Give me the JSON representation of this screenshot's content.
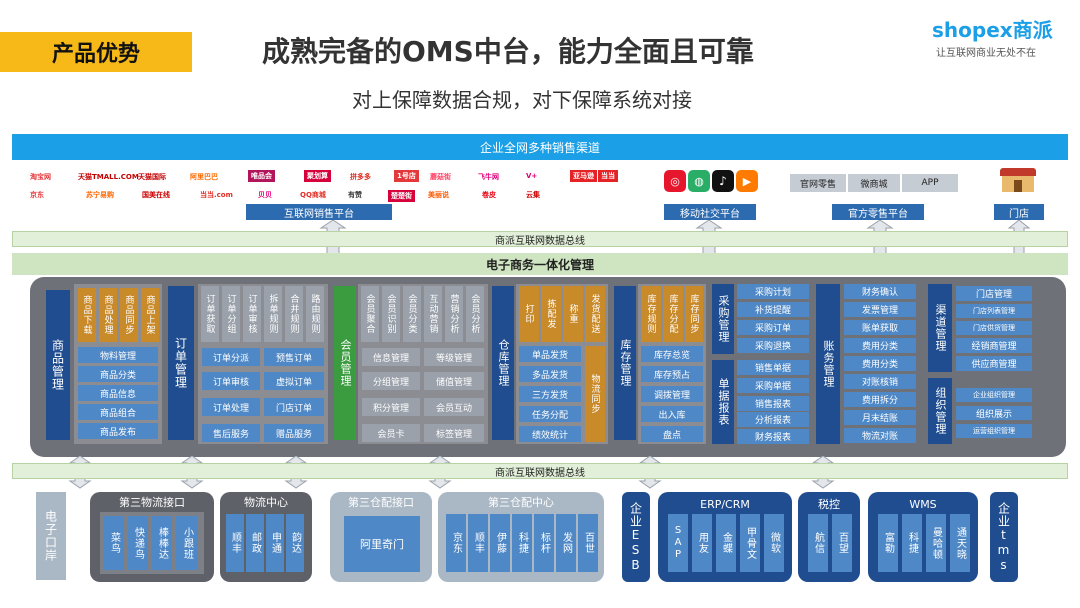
{
  "header": {
    "tag": "产品优势",
    "title": "成熟完备的OMS中台，能力全面且可靠",
    "subtitle": "对上保障数据合规，对下保障系统对接",
    "brand": "shopex商派",
    "slogan": "让互联网商业无处不在"
  },
  "top": {
    "channel_bar": "企业全网多种销售渠道",
    "groups": [
      "互联网销售平台",
      "移动社交平台",
      "官方零售平台",
      "门店"
    ],
    "official_items": [
      "官网零售",
      "微商城",
      "APP"
    ],
    "logos": [
      "淘宝网",
      "天猫TMALL.COM",
      "天猫国际",
      "阿里巴巴",
      "唯品会",
      "聚划算",
      "拼多多",
      "1号店",
      "蘑菇街",
      "美丽说",
      "飞牛网",
      "V+",
      "亚马逊",
      "当当",
      "京东",
      "苏宁易购",
      "国美在线",
      "当当.com",
      "贝贝",
      "卷皮",
      "QQ商城",
      "有赞",
      "楚楚街",
      "云集"
    ]
  },
  "bus_top": "商派互联网数据总线",
  "platform": "电子商务一体化管理",
  "modules": {
    "goods": {
      "title": "商品管理",
      "cols": [
        "商品下载",
        "商品处理",
        "商品同步",
        "商品上架"
      ],
      "rows": [
        "物料管理",
        "商品分类",
        "商品信息",
        "商品组合",
        "商品发布"
      ]
    },
    "order": {
      "title": "订单管理",
      "cols": [
        "订单获取",
        "订单分组",
        "订单审核",
        "拆单规则",
        "合并规则",
        "路由规则"
      ],
      "rows": [
        [
          "订单分派",
          "预售订单"
        ],
        [
          "订单审核",
          "虚拟订单"
        ],
        [
          "订单处理",
          "门店订单"
        ],
        [
          "售后服务",
          "赠品服务"
        ]
      ]
    },
    "member": {
      "title": "会员管理",
      "cols": [
        "会员聚合",
        "会员识别",
        "会员分类",
        "互动营销",
        "营销分析",
        "会员分析"
      ],
      "rows": [
        [
          "信息管理",
          "等级管理"
        ],
        [
          "分组管理",
          "储值管理"
        ],
        [
          "积分管理",
          "会员互动"
        ],
        [
          "会员卡",
          "标签管理"
        ]
      ]
    },
    "warehouse": {
      "title": "仓库管理",
      "cols": [
        "打印",
        "拣配发",
        "称重",
        "发货配送"
      ],
      "rows": [
        "单品发货",
        "多品发货",
        "三方发货",
        "任务分配",
        "绩效统计"
      ],
      "side": "物流同步"
    },
    "stock": {
      "title": "库存管理",
      "cols": [
        "库存规则",
        "库存分配",
        "库存同步"
      ],
      "rows": [
        "库存总览",
        "库存预占",
        "调拨管理",
        "出入库",
        "盘点"
      ]
    },
    "purchase": {
      "title": "采购管理",
      "rows": [
        "采购计划",
        "补货提醒",
        "采购订单",
        "采购退换"
      ]
    },
    "report": {
      "title": "单据报表",
      "rows": [
        "销售单据",
        "采购单据",
        "销售报表",
        "分析报表",
        "财务报表"
      ]
    },
    "account": {
      "title": "账务管理",
      "rows": [
        "财务确认",
        "发票管理",
        "账单获取",
        "费用分类",
        "费用分类",
        "对账核销",
        "费用拆分",
        "月末结账",
        "物流对账"
      ]
    },
    "channel": {
      "title": "渠道管理",
      "rows": [
        "门店管理",
        "门店列表管理",
        "门店供货管理",
        "经销商管理",
        "供应商管理"
      ]
    },
    "org": {
      "title": "组织管理",
      "rows": [
        "企业组织管理",
        "组织展示",
        "运营组织管理"
      ]
    }
  },
  "bus_bottom": "商派互联网数据总线",
  "bottom": {
    "eport": "电子口岸",
    "logistics": {
      "title": "第三物流接口",
      "items": [
        "菜鸟",
        "快递鸟",
        "棒棒达",
        "小跟班"
      ]
    },
    "logistics_center": {
      "title": "物流中心",
      "items": [
        "顺丰",
        "邮政",
        "申通",
        "韵达"
      ]
    },
    "wms_iface": {
      "title": "第三仓配接口",
      "items": [
        "阿里奇门"
      ]
    },
    "wms_center": {
      "title": "第三仓配中心",
      "items": [
        "京东",
        "顺丰",
        "伊藤",
        "科捷",
        "标杆",
        "发网",
        "百世"
      ]
    },
    "esb": "企业ESB",
    "erp": {
      "title": "ERP/CRM",
      "items": [
        "SAP",
        "用友",
        "金蝶",
        "甲骨文",
        "微软"
      ]
    },
    "tax": {
      "title": "税控",
      "items": [
        "航信",
        "百望"
      ]
    },
    "wms": {
      "title": "WMS",
      "items": [
        "富勒",
        "科捷",
        "曼哈顿",
        "通天晓"
      ]
    },
    "tms": "企业tms"
  },
  "colors": {
    "blue_bar": "#1b9fe6",
    "dark_blue": "#1f4d8f",
    "green": "#3a9b3f",
    "orange": "#c98a2a",
    "grey_panel": "#6f7178",
    "yellow": "#f7b918"
  }
}
